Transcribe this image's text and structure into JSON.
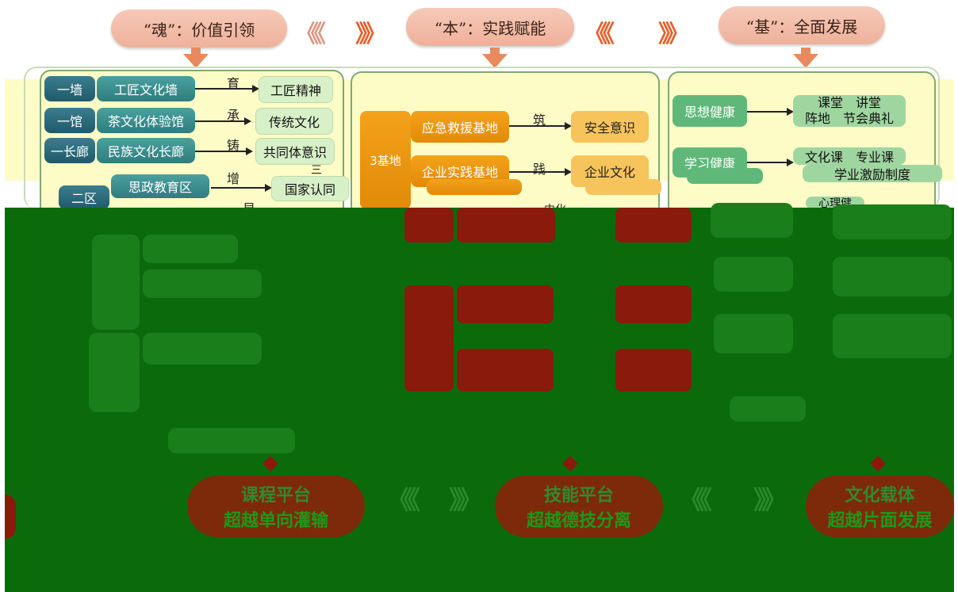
{
  "header": {
    "pills": [
      "“魂”：价值引领",
      "“本”：实践赋能",
      "“基”：全面发展"
    ],
    "chevrons_left": "《《",
    "chevrons_right": "》》"
  },
  "left_panel": {
    "rows": [
      {
        "code": "一墙",
        "name": "工匠文化墙",
        "verb": "育",
        "result": "工匠精神"
      },
      {
        "code": "一馆",
        "name": "茶文化体验馆",
        "verb": "承",
        "result": "传统文化"
      },
      {
        "code": "一长廊",
        "name": "民族文化长廊",
        "verb": "铸",
        "result": "共同体意识"
      },
      {
        "code": "二区",
        "name": "思政教育区",
        "verb": "增",
        "result": "国家认同"
      }
    ],
    "fragment_verb": "显",
    "fragment_mark": "三"
  },
  "middle_panel": {
    "label": "3基地",
    "rows": [
      {
        "name": "应急救援基地",
        "verb": "筑",
        "result": "安全意识"
      },
      {
        "name": "企业实践基地",
        "verb": "践",
        "result": "企业文化"
      }
    ],
    "fragment_verb": "内化"
  },
  "right_panel": {
    "rows": [
      {
        "name": "思想健康",
        "result_line1": "课堂　讲堂",
        "result_line2": "阵地　节会典礼"
      },
      {
        "name": "学习健康",
        "result_line1": "文化课　专业课",
        "result_line2": "学业激励制度"
      }
    ],
    "fragment_text": "心理健"
  },
  "bottom": {
    "pills": [
      {
        "top": "课程平台",
        "bottom": "超越单向灌输"
      },
      {
        "top": "技能平台",
        "bottom": "超越德技分离"
      },
      {
        "top": "文化载体",
        "bottom": "超越片面发展"
      }
    ]
  },
  "colors": {
    "pill_fill": "#f4bfaa",
    "panel_fill": "#fefcc6",
    "panel_border": "#7fa874",
    "teal_tag": "#2a6e7e",
    "orange_tag": "#f3a21a",
    "green_tag": "#5fb879",
    "dark_overlay": "#0b6b0b",
    "dark_red": "#8a1a0c"
  }
}
